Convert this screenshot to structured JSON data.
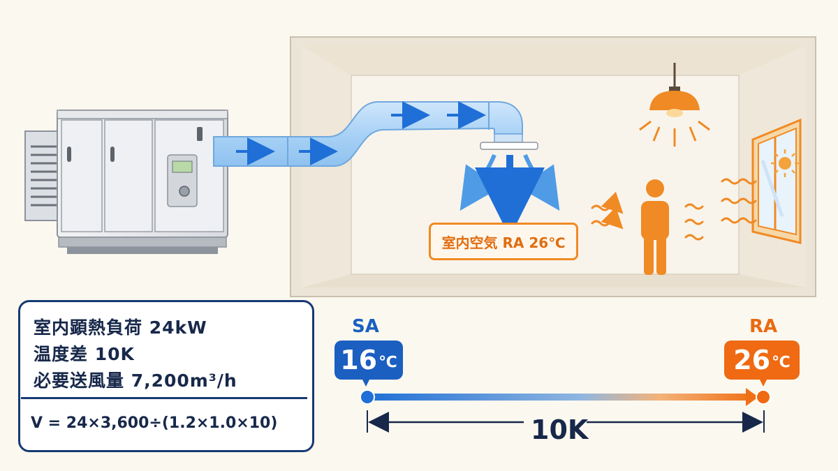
{
  "room": {
    "return_air_label": "室内空気 RA 26℃"
  },
  "calc_panel": {
    "lines": [
      "室内顕熱負荷 24kW",
      "温度差 10K",
      "必要送風量 7,200m³/h"
    ],
    "formula": "V = 24×3,600÷(1.2×1.0×10)"
  },
  "temperature_scale": {
    "supply": {
      "label": "SA",
      "value": "16",
      "unit": "℃",
      "color": "#1b5fc1"
    },
    "return": {
      "label": "RA",
      "value": "26",
      "unit": "℃",
      "color": "#ef6a12"
    },
    "difference_label": "10K"
  },
  "colors": {
    "airflow_blue": "#1f6fd6",
    "heat_orange": "#f08a24",
    "frame_navy": "#163a73"
  },
  "icons": [
    "air-handling-unit-icon",
    "duct-icon",
    "diffuser-icon",
    "pendant-lamp-icon",
    "person-icon",
    "window-icon",
    "sun-icon",
    "heat-wave-icon"
  ]
}
